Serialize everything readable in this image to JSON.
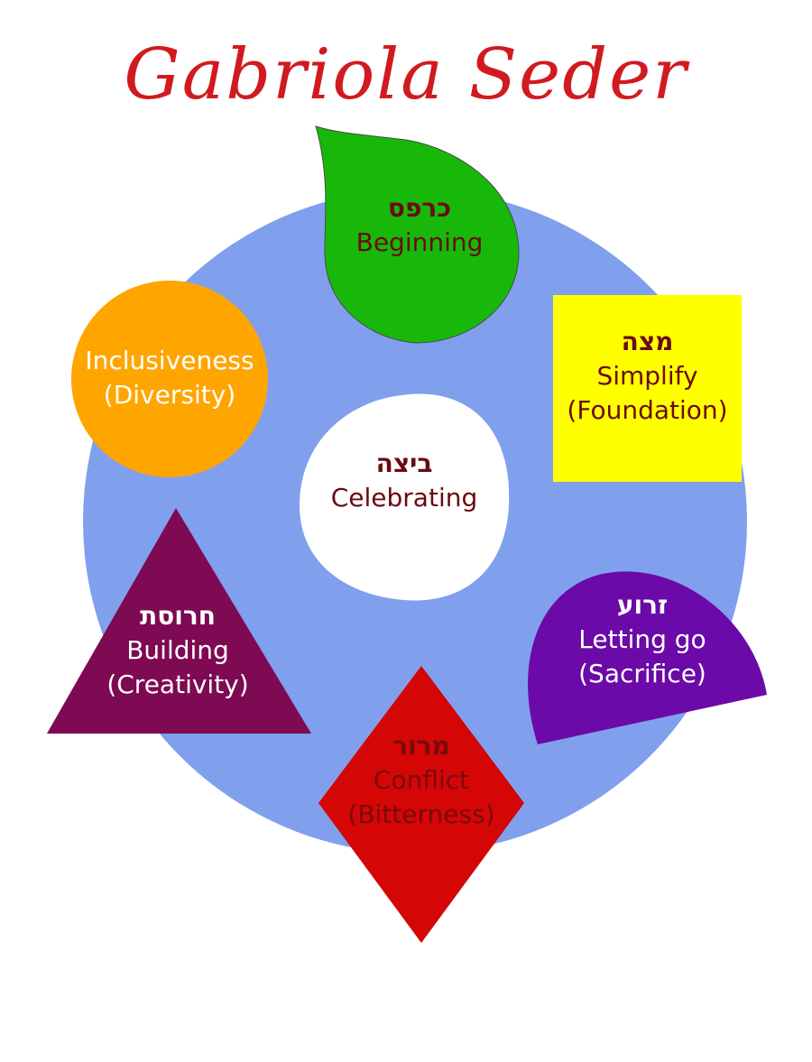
{
  "title": "Gabriola Seder",
  "items": [
    {
      "key": "karpas",
      "hebrew": "כרפס",
      "lines": [
        "Beginning"
      ],
      "shape": "leaf",
      "fill": "#17b809",
      "text_color": "#6b0a10"
    },
    {
      "key": "matzah",
      "hebrew": "מצה",
      "lines": [
        "Simplify",
        "(Foundation)"
      ],
      "shape": "square",
      "fill": "#ffff00",
      "text_color": "#6b0a10"
    },
    {
      "key": "zeroa",
      "hebrew": "זרוע",
      "lines": [
        "Letting go",
        "(Sacrifice)"
      ],
      "shape": "half-circle",
      "fill": "#6b0aa8",
      "text_color": "#ffffff"
    },
    {
      "key": "maror",
      "hebrew": "מרור",
      "lines": [
        "Conflict",
        "(Bitterness)"
      ],
      "shape": "diamond",
      "fill": "#d40606",
      "text_color": "#7a0a0a"
    },
    {
      "key": "charoset",
      "hebrew": "חרוסת",
      "lines": [
        "Building",
        "(Creativity)"
      ],
      "shape": "triangle",
      "fill": "#7d0a52",
      "text_color": "#ffffff"
    },
    {
      "key": "inclusive",
      "hebrew": "",
      "lines": [
        "Inclusiveness",
        "(Diversity)"
      ],
      "shape": "circle",
      "fill": "#ffa500",
      "text_color": "#ffffff"
    },
    {
      "key": "beitzah",
      "hebrew": "ביצה",
      "lines": [
        "Celebrating"
      ],
      "shape": "egg",
      "fill": "#ffffff",
      "text_color": "#6b0a10"
    }
  ],
  "colors": {
    "plate": "#80a0ee",
    "title": "#d11a1f"
  }
}
